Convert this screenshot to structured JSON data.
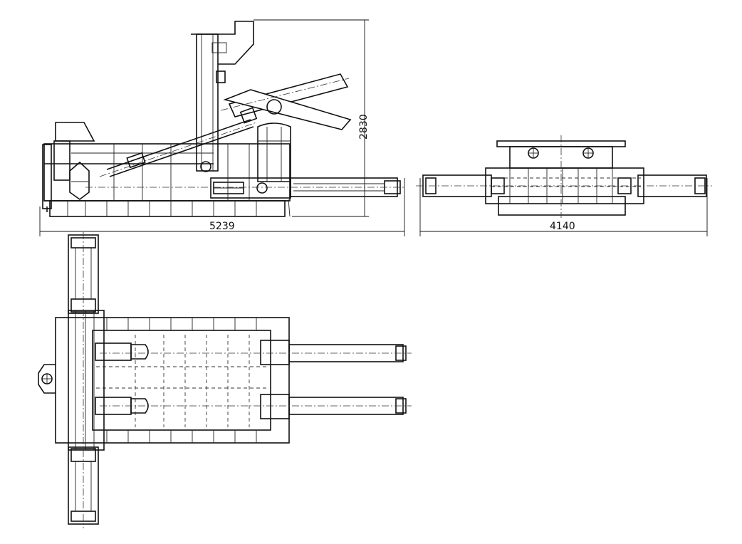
{
  "drawing": {
    "overall_length": "5239",
    "overall_height": "2830",
    "overall_width": "4140"
  }
}
